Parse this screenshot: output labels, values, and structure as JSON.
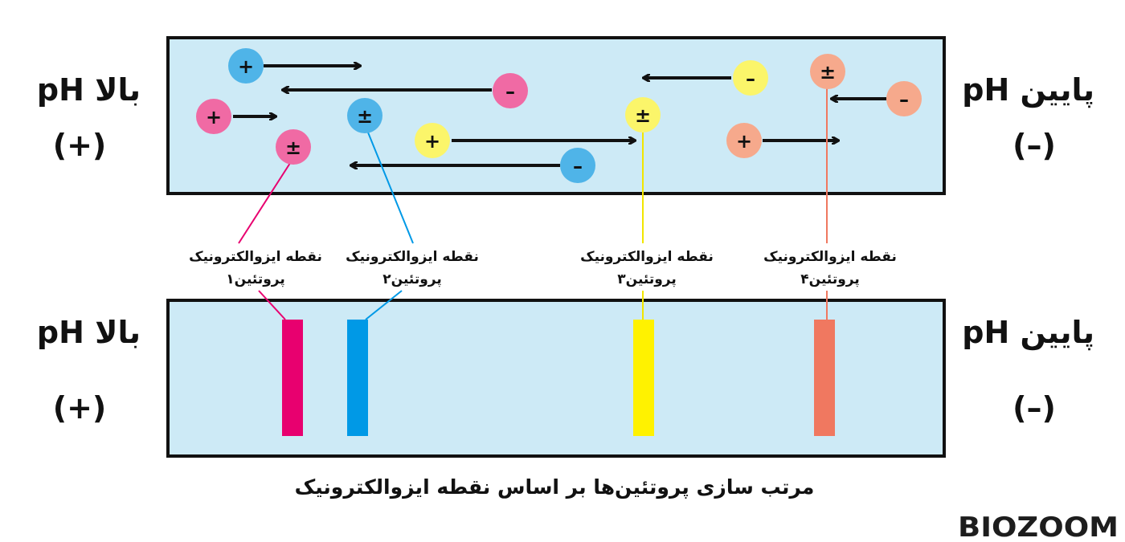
{
  "labels": {
    "left_ph": "pH بالا",
    "left_sign": "(+)",
    "right_ph": "pH پایین",
    "right_sign": "(–)",
    "caption": "مرتب سازی پروتئین‌ها بر اساس نقطه ایزوالکترونیک",
    "logo": "BIOZOOM"
  },
  "proteins": [
    {
      "line1": "نقطه ایزوالکترونیک",
      "line2": "پروتئین۱",
      "color": "#e8006f",
      "circle": "#f06aa4"
    },
    {
      "line1": "نقطه ایزوالکترونیک",
      "line2": "پروتئین۲",
      "color": "#0099e6",
      "circle": "#4fb4e8"
    },
    {
      "line1": "نقطه ایزوالکترونیک",
      "line2": "پروتئین۳",
      "color": "#fff200",
      "circle": "#fbf56a"
    },
    {
      "line1": "نقطه ایزوالکترونیک",
      "line2": "پروتئین۴",
      "color": "#f07860",
      "circle": "#f6a98c"
    }
  ],
  "symbols": {
    "plus": "+",
    "minus": "–",
    "pm": "±"
  },
  "colors": {
    "box_fill": "#cdeaf6",
    "border": "#111111"
  }
}
